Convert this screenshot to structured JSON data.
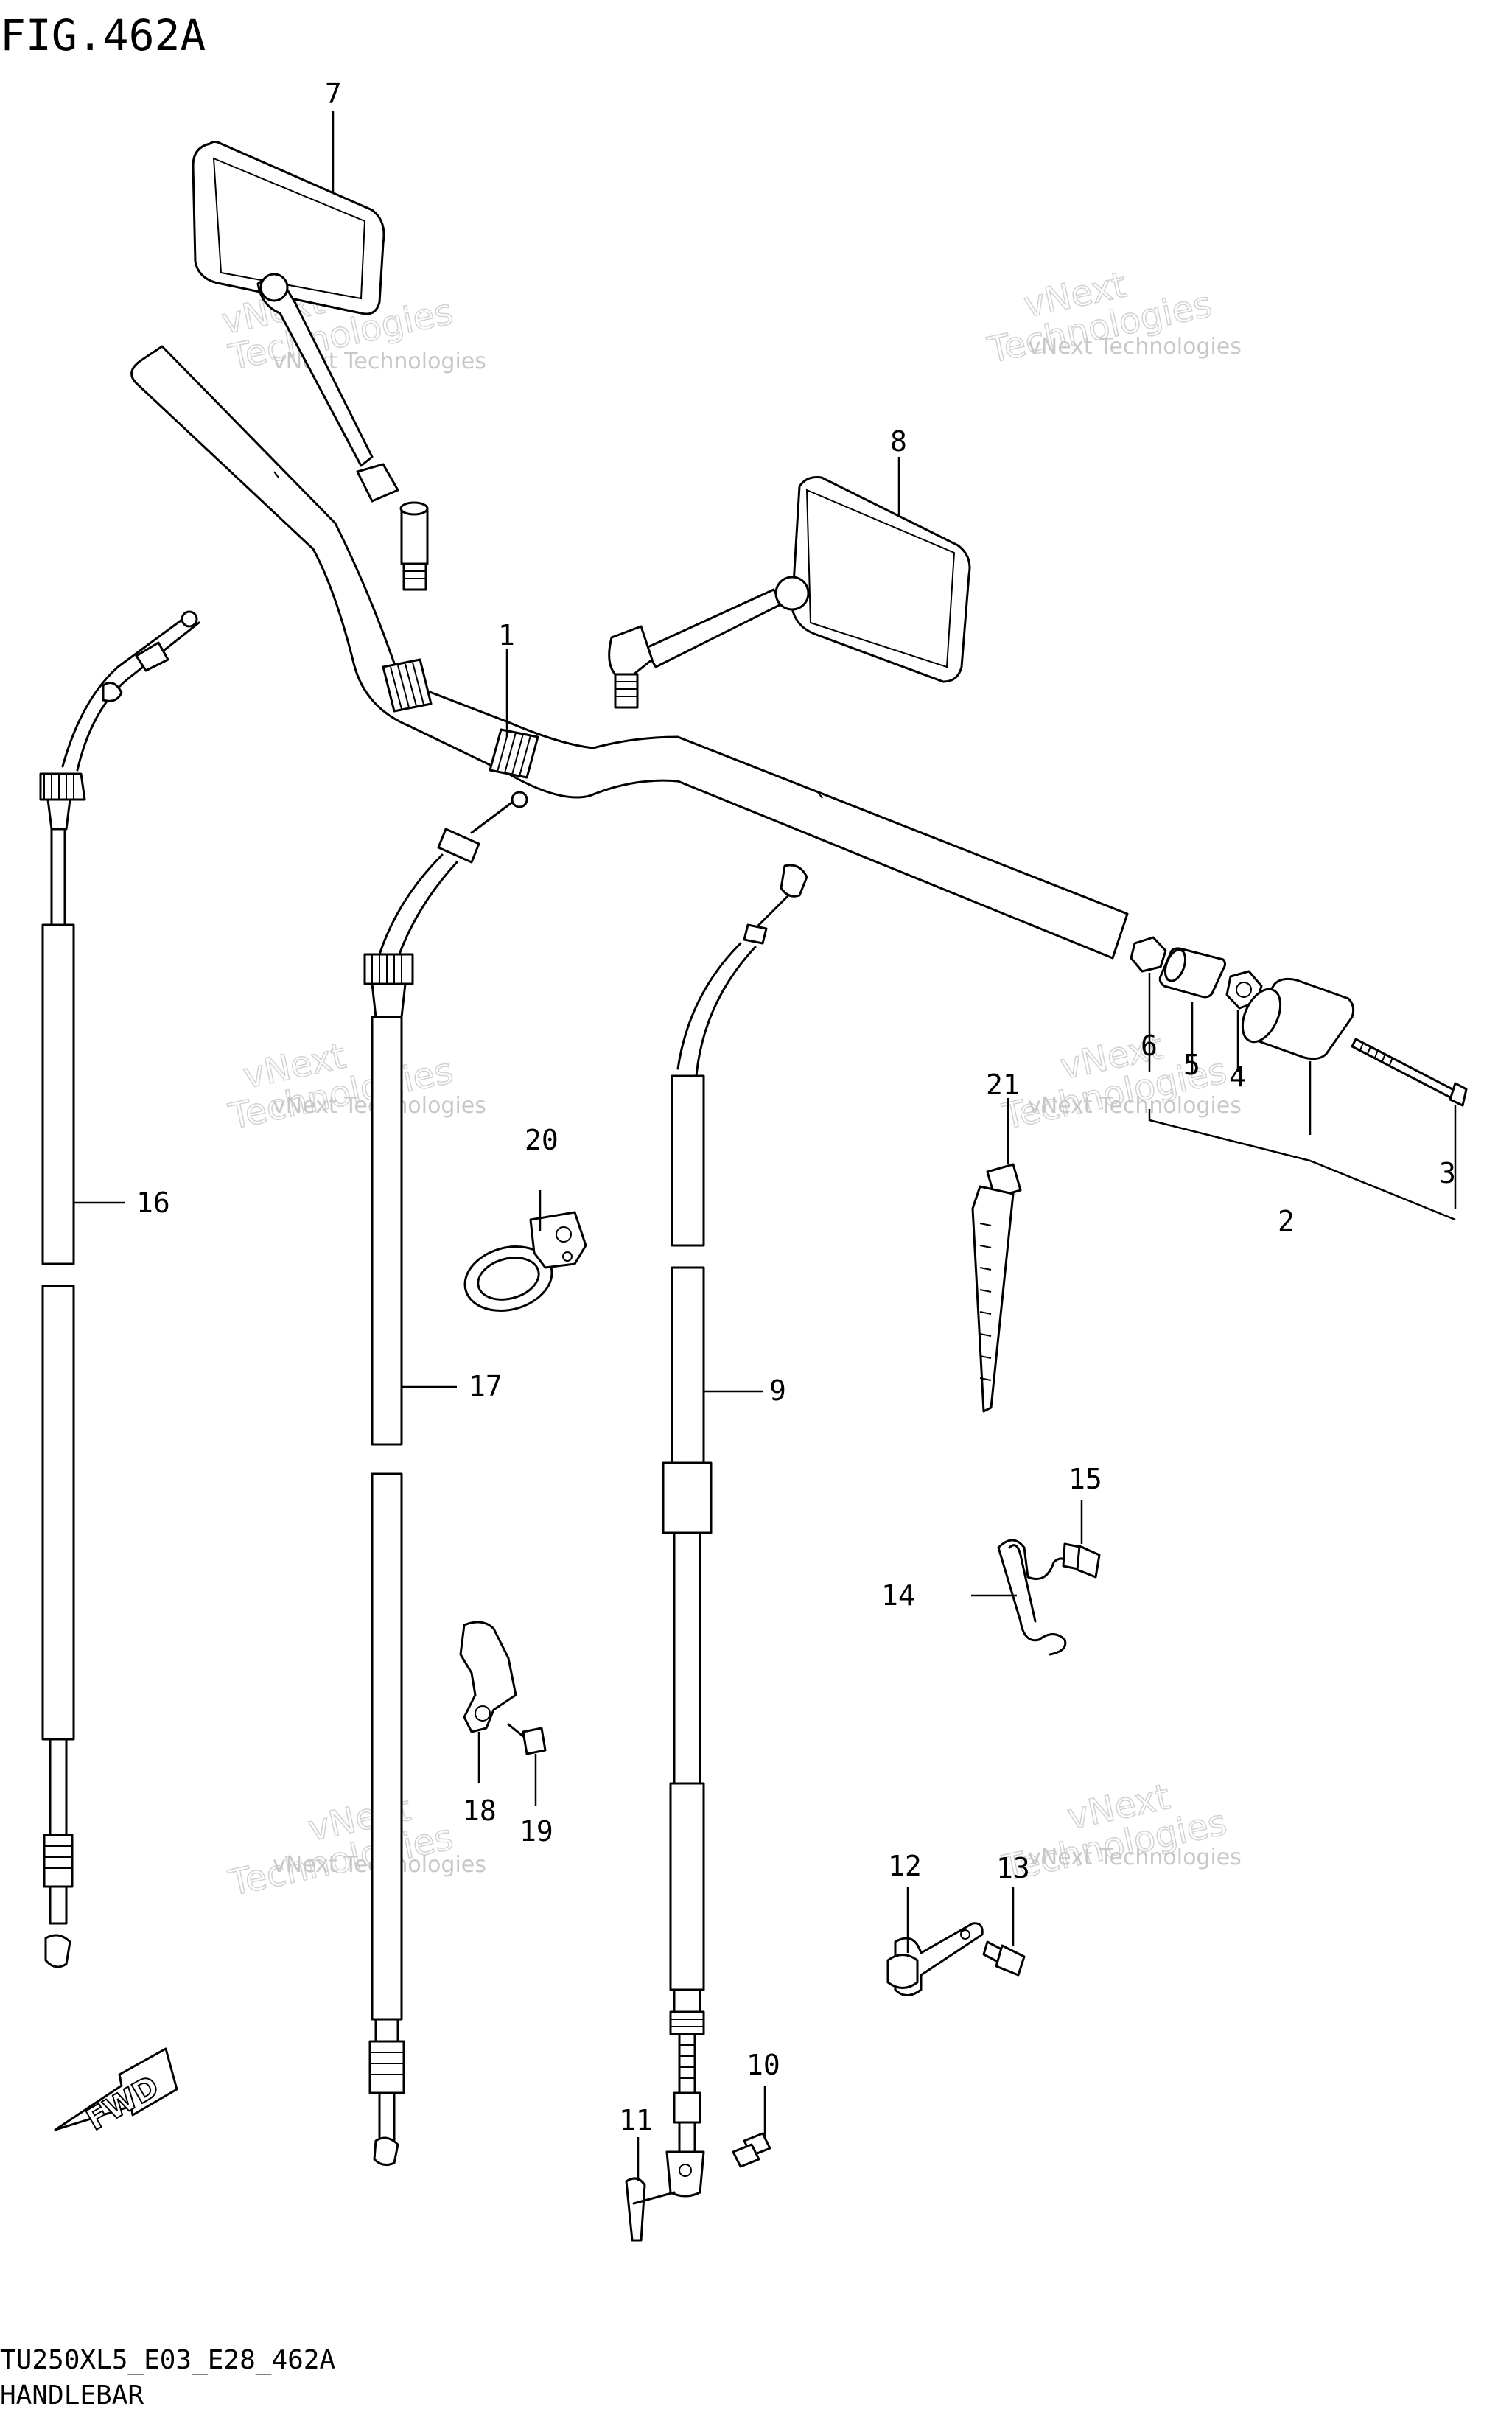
{
  "figure": {
    "title": "FIG.462A",
    "code": "TU250XL5_E03_E28_462A",
    "name": "HANDLEBAR",
    "direction_marker": "FWD"
  },
  "watermark": {
    "line1": "vNext Technologies",
    "line2": "vNext",
    "line3": "Technologies"
  },
  "callouts": {
    "c1": "1",
    "c2": "2",
    "c3": "3",
    "c4": "4",
    "c5": "5",
    "c6": "6",
    "c7": "7",
    "c8": "8",
    "c9": "9",
    "c10": "10",
    "c11": "11",
    "c12": "12",
    "c13": "13",
    "c14": "14",
    "c15": "15",
    "c16": "16",
    "c17": "17",
    "c18": "18",
    "c19": "19",
    "c20": "20",
    "c21": "21"
  }
}
